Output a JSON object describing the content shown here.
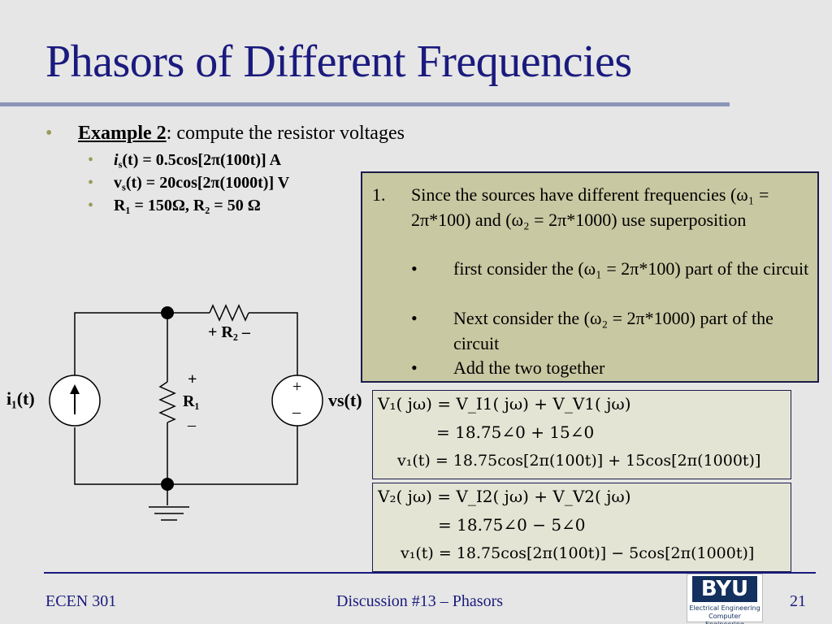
{
  "slide": {
    "title": "Phasors of Different Frequencies",
    "bullet_heading": "Example 2",
    "bullet_text": ": compute the resistor voltages",
    "sub_bullets": {
      "is_sym": "i",
      "is_sub": "s",
      "is_rest": "(t) = 0.5cos[2π(100t)] A",
      "vs_sym": "v",
      "vs_sub": "s",
      "vs_rest": "(t) = 20cos[2π(1000t)] V",
      "r_line": "R₁ = 150Ω, R₂ = 50 Ω"
    }
  },
  "note": {
    "number": "1.",
    "line1": "Since the sources have different frequencies (ω₁ = 2π*100) and (ω₂ = 2π*1000) use superposition",
    "items": [
      "first consider the (ω₁ = 2π*100) part of the circuit",
      "Next consider the (ω₂ = 2π*1000) part of the circuit",
      "Add the two together"
    ]
  },
  "equations": {
    "box1": [
      "V₁( jω) = V_I1( jω) + V_V1( jω)",
      "= 18.75∠0 + 15∠0",
      "v₁(t) = 18.75cos[2π(100t)] + 15cos[2π(1000t)]"
    ],
    "box2": [
      "V₂( jω) = V_I2( jω) + V_V2( jω)",
      "= 18.75∠0 − 5∠0",
      "v₁(t) = 18.75cos[2π(100t)] − 5cos[2π(1000t)]"
    ]
  },
  "circuit": {
    "i_label": "i₁(t)",
    "vs_label": "vs(t)",
    "r1_plus": "+",
    "r1_label": "R₁",
    "r1_minus": "–",
    "r2_label": "+ R₂ –",
    "vs_plus": "+",
    "vs_minus": "–"
  },
  "footer": {
    "left": "ECEN 301",
    "center": "Discussion #13 – Phasors",
    "page": "21",
    "logo_text": "BYU",
    "logo_dept1": "Electrical Engineering",
    "logo_dept2": "Computer Engineering"
  }
}
